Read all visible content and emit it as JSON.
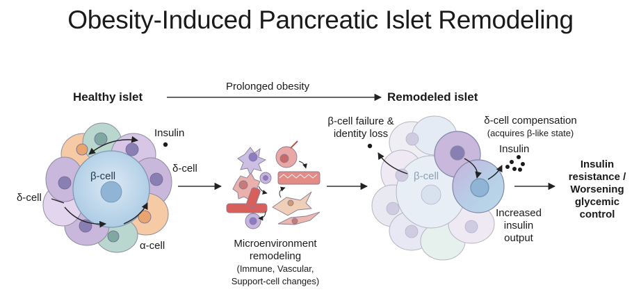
{
  "title": "Obesity-Induced Pancreatic Islet Remodeling",
  "healthy": {
    "heading": "Healthy islet",
    "beta": "β-cell",
    "insulin": "Insulin",
    "delta_right": "δ-cell",
    "delta_left": "δ-cell",
    "alpha": "α-cell"
  },
  "transition": {
    "label": "Prolonged obesity"
  },
  "micro": {
    "line1": "Microenvironment",
    "line2": "remodeling",
    "line3": "(Immune, Vascular,",
    "line4": "Support-cell changes)"
  },
  "remodeled": {
    "heading": "Remodeled islet",
    "failure_line1": "β-cell failure &",
    "failure_line2": "identity loss",
    "beta": "β-cell",
    "delta_comp": "δ-cell compensation",
    "delta_comp_sub": "(acquires β-like state)",
    "insulin": "Insulin",
    "increased_line1": "Increased",
    "increased_line2": "insulin",
    "increased_line3": "output"
  },
  "outcome": {
    "line1": "Insulin",
    "line2": "resistance /",
    "line3": "Worsening",
    "line4": "glycemic",
    "line5": "control"
  },
  "colors": {
    "beta": "#bcd6ea",
    "delta": "#c9b7dc",
    "alpha": "#f7caa6",
    "teal": "#b9d6cf",
    "faded": "#e9eaf1",
    "vessel": "#d97a78",
    "immune": "#9a8bc7"
  }
}
